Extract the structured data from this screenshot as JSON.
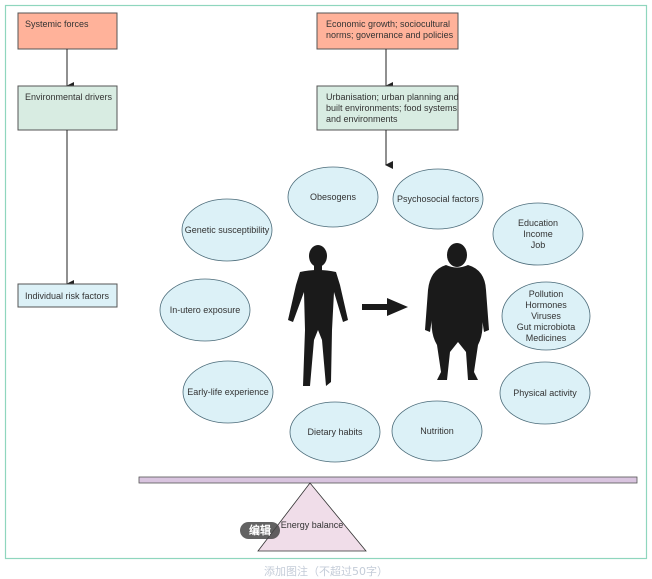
{
  "colors": {
    "frame": "#8fd6be",
    "systemic": "#ffb29a",
    "environment": "#d8ece2",
    "factor": "#dcf1f7",
    "beam": "#d9c4df",
    "fulcrum": "#f0dde9",
    "figure": "#1a1a1a"
  },
  "left_column": {
    "systemic": "Systemic forces",
    "environmental": "Environmental drivers",
    "individual": "Individual risk factors"
  },
  "right_column": {
    "systemic_lines": [
      "Economic growth; sociocultural",
      "norms; governance and policies"
    ],
    "environmental_lines": [
      "Urbanisation; urban planning and",
      "built environments; food systems",
      "and environments"
    ]
  },
  "factors": [
    {
      "id": "obesogens",
      "lines": [
        "Obesogens"
      ]
    },
    {
      "id": "psychosocial",
      "lines": [
        "Psychosocial factors"
      ]
    },
    {
      "id": "genetic",
      "lines": [
        "Genetic susceptibility"
      ]
    },
    {
      "id": "education",
      "lines": [
        "Education",
        "Income",
        "Job"
      ]
    },
    {
      "id": "in-utero",
      "lines": [
        "In-utero exposure"
      ]
    },
    {
      "id": "pollution",
      "lines": [
        "Pollution",
        "Hormones",
        "Viruses",
        "Gut microbiota",
        "Medicines"
      ]
    },
    {
      "id": "early-life",
      "lines": [
        "Early-life experience"
      ]
    },
    {
      "id": "physical",
      "lines": [
        "Physical activity"
      ]
    },
    {
      "id": "dietary",
      "lines": [
        "Dietary habits"
      ]
    },
    {
      "id": "nutrition",
      "lines": [
        "Nutrition"
      ]
    }
  ],
  "balance_label": "Energy balance",
  "edit_badge": "编辑",
  "caption_placeholder": "添加图注（不超过50字）"
}
